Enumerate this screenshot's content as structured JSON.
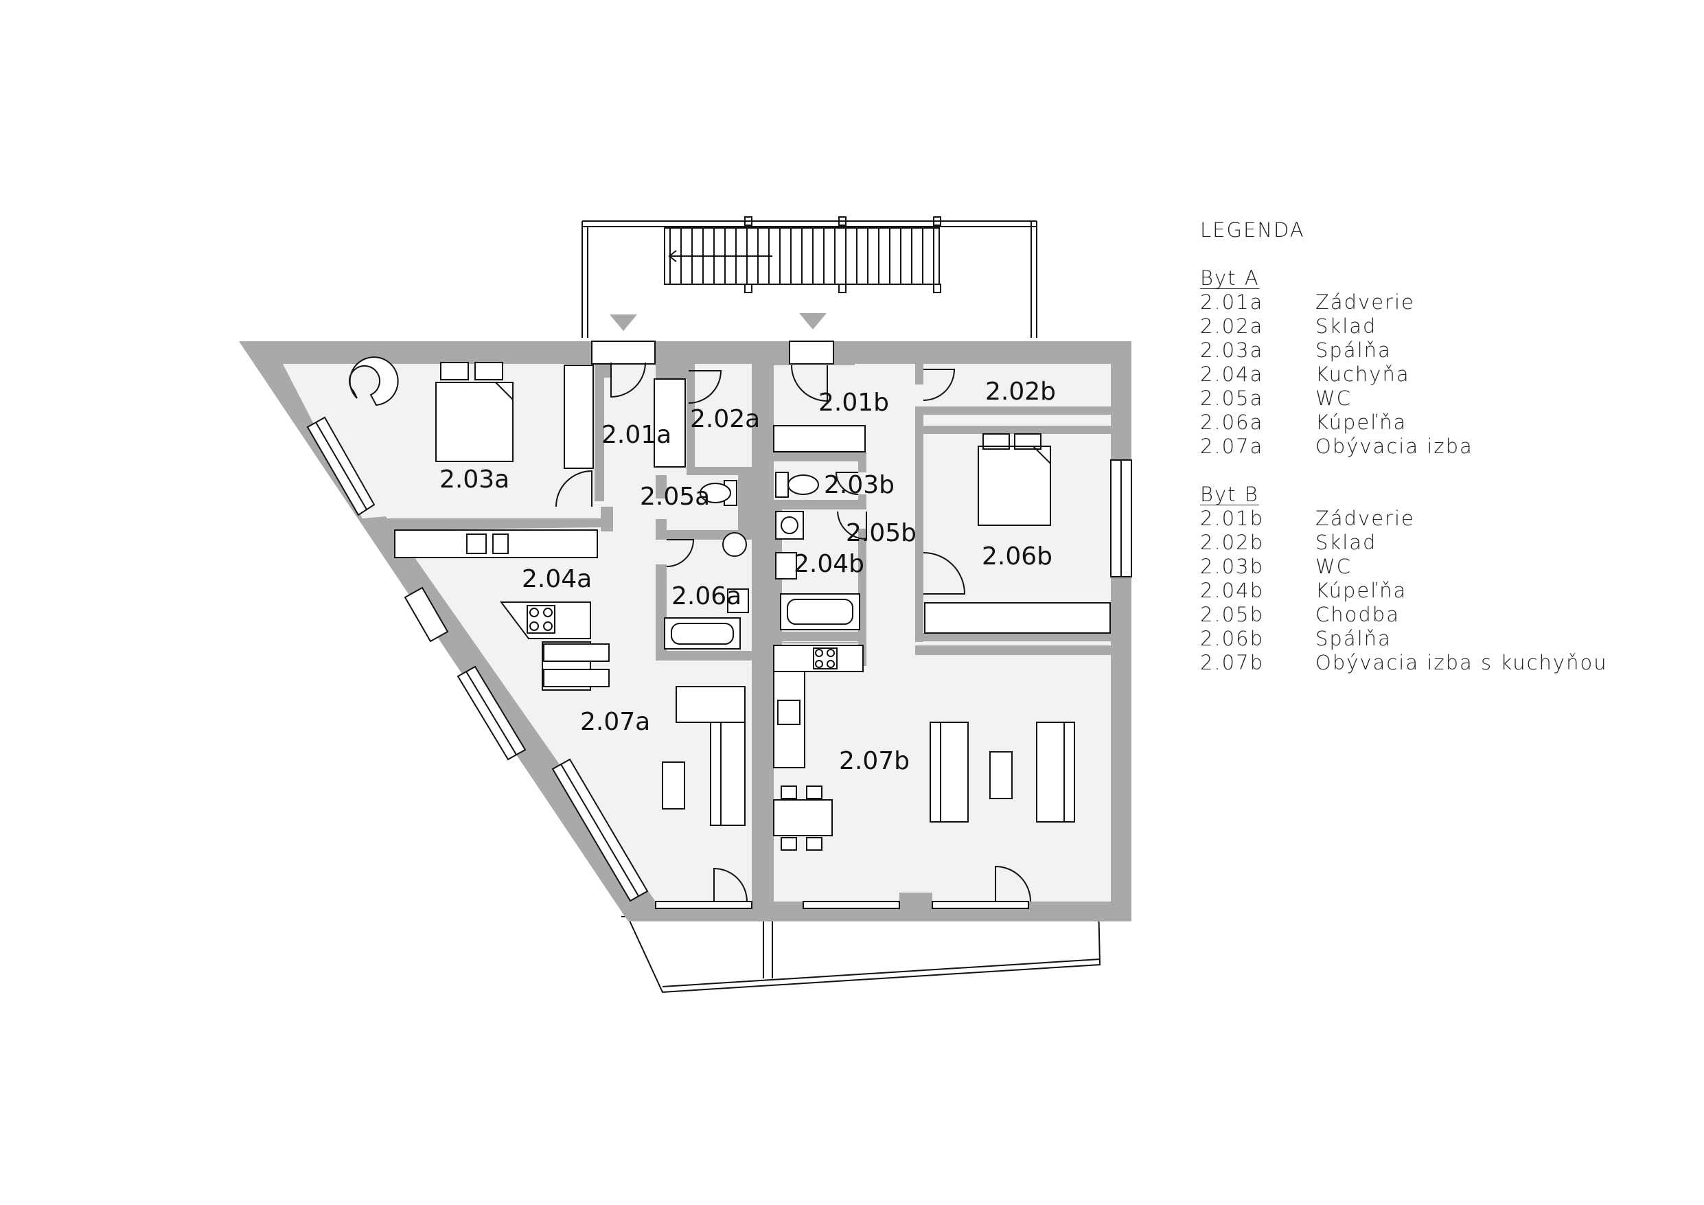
{
  "rooms": {
    "r201a": "2.01a",
    "r202a": "2.02a",
    "r203a": "2.03a",
    "r204a": "2.04a",
    "r205a": "2.05a",
    "r206a": "2.06a",
    "r207a": "2.07a",
    "r201b": "2.01b",
    "r202b": "2.02b",
    "r203b": "2.03b",
    "r204b": "2.04b",
    "r205b": "2.05b",
    "r206b": "2.06b",
    "r207b": "2.07b"
  },
  "legend": {
    "title": "LEGENDA",
    "groups": [
      {
        "title": "Byt A",
        "items": [
          {
            "code": "2.01a",
            "name": "Zádverie"
          },
          {
            "code": "2.02a",
            "name": "Sklad"
          },
          {
            "code": "2.03a",
            "name": "Spálňa"
          },
          {
            "code": "2.04a",
            "name": "Kuchyňa"
          },
          {
            "code": "2.05a",
            "name": "WC"
          },
          {
            "code": "2.06a",
            "name": "Kúpeľňa"
          },
          {
            "code": "2.07a",
            "name": "Obývacia izba"
          }
        ]
      },
      {
        "title": "Byt B",
        "items": [
          {
            "code": "2.01b",
            "name": "Zádverie"
          },
          {
            "code": "2.02b",
            "name": "Sklad"
          },
          {
            "code": "2.03b",
            "name": "WC"
          },
          {
            "code": "2.04b",
            "name": "Kúpeľňa"
          },
          {
            "code": "2.05b",
            "name": "Chodba"
          },
          {
            "code": "2.06b",
            "name": "Spálňa"
          },
          {
            "code": "2.07b",
            "name": "Obývacia izba s kuchyňou"
          }
        ]
      }
    ]
  },
  "colors": {
    "wall": "#a9a9a9",
    "floor": "#f1f2f2",
    "line": "#111111"
  }
}
